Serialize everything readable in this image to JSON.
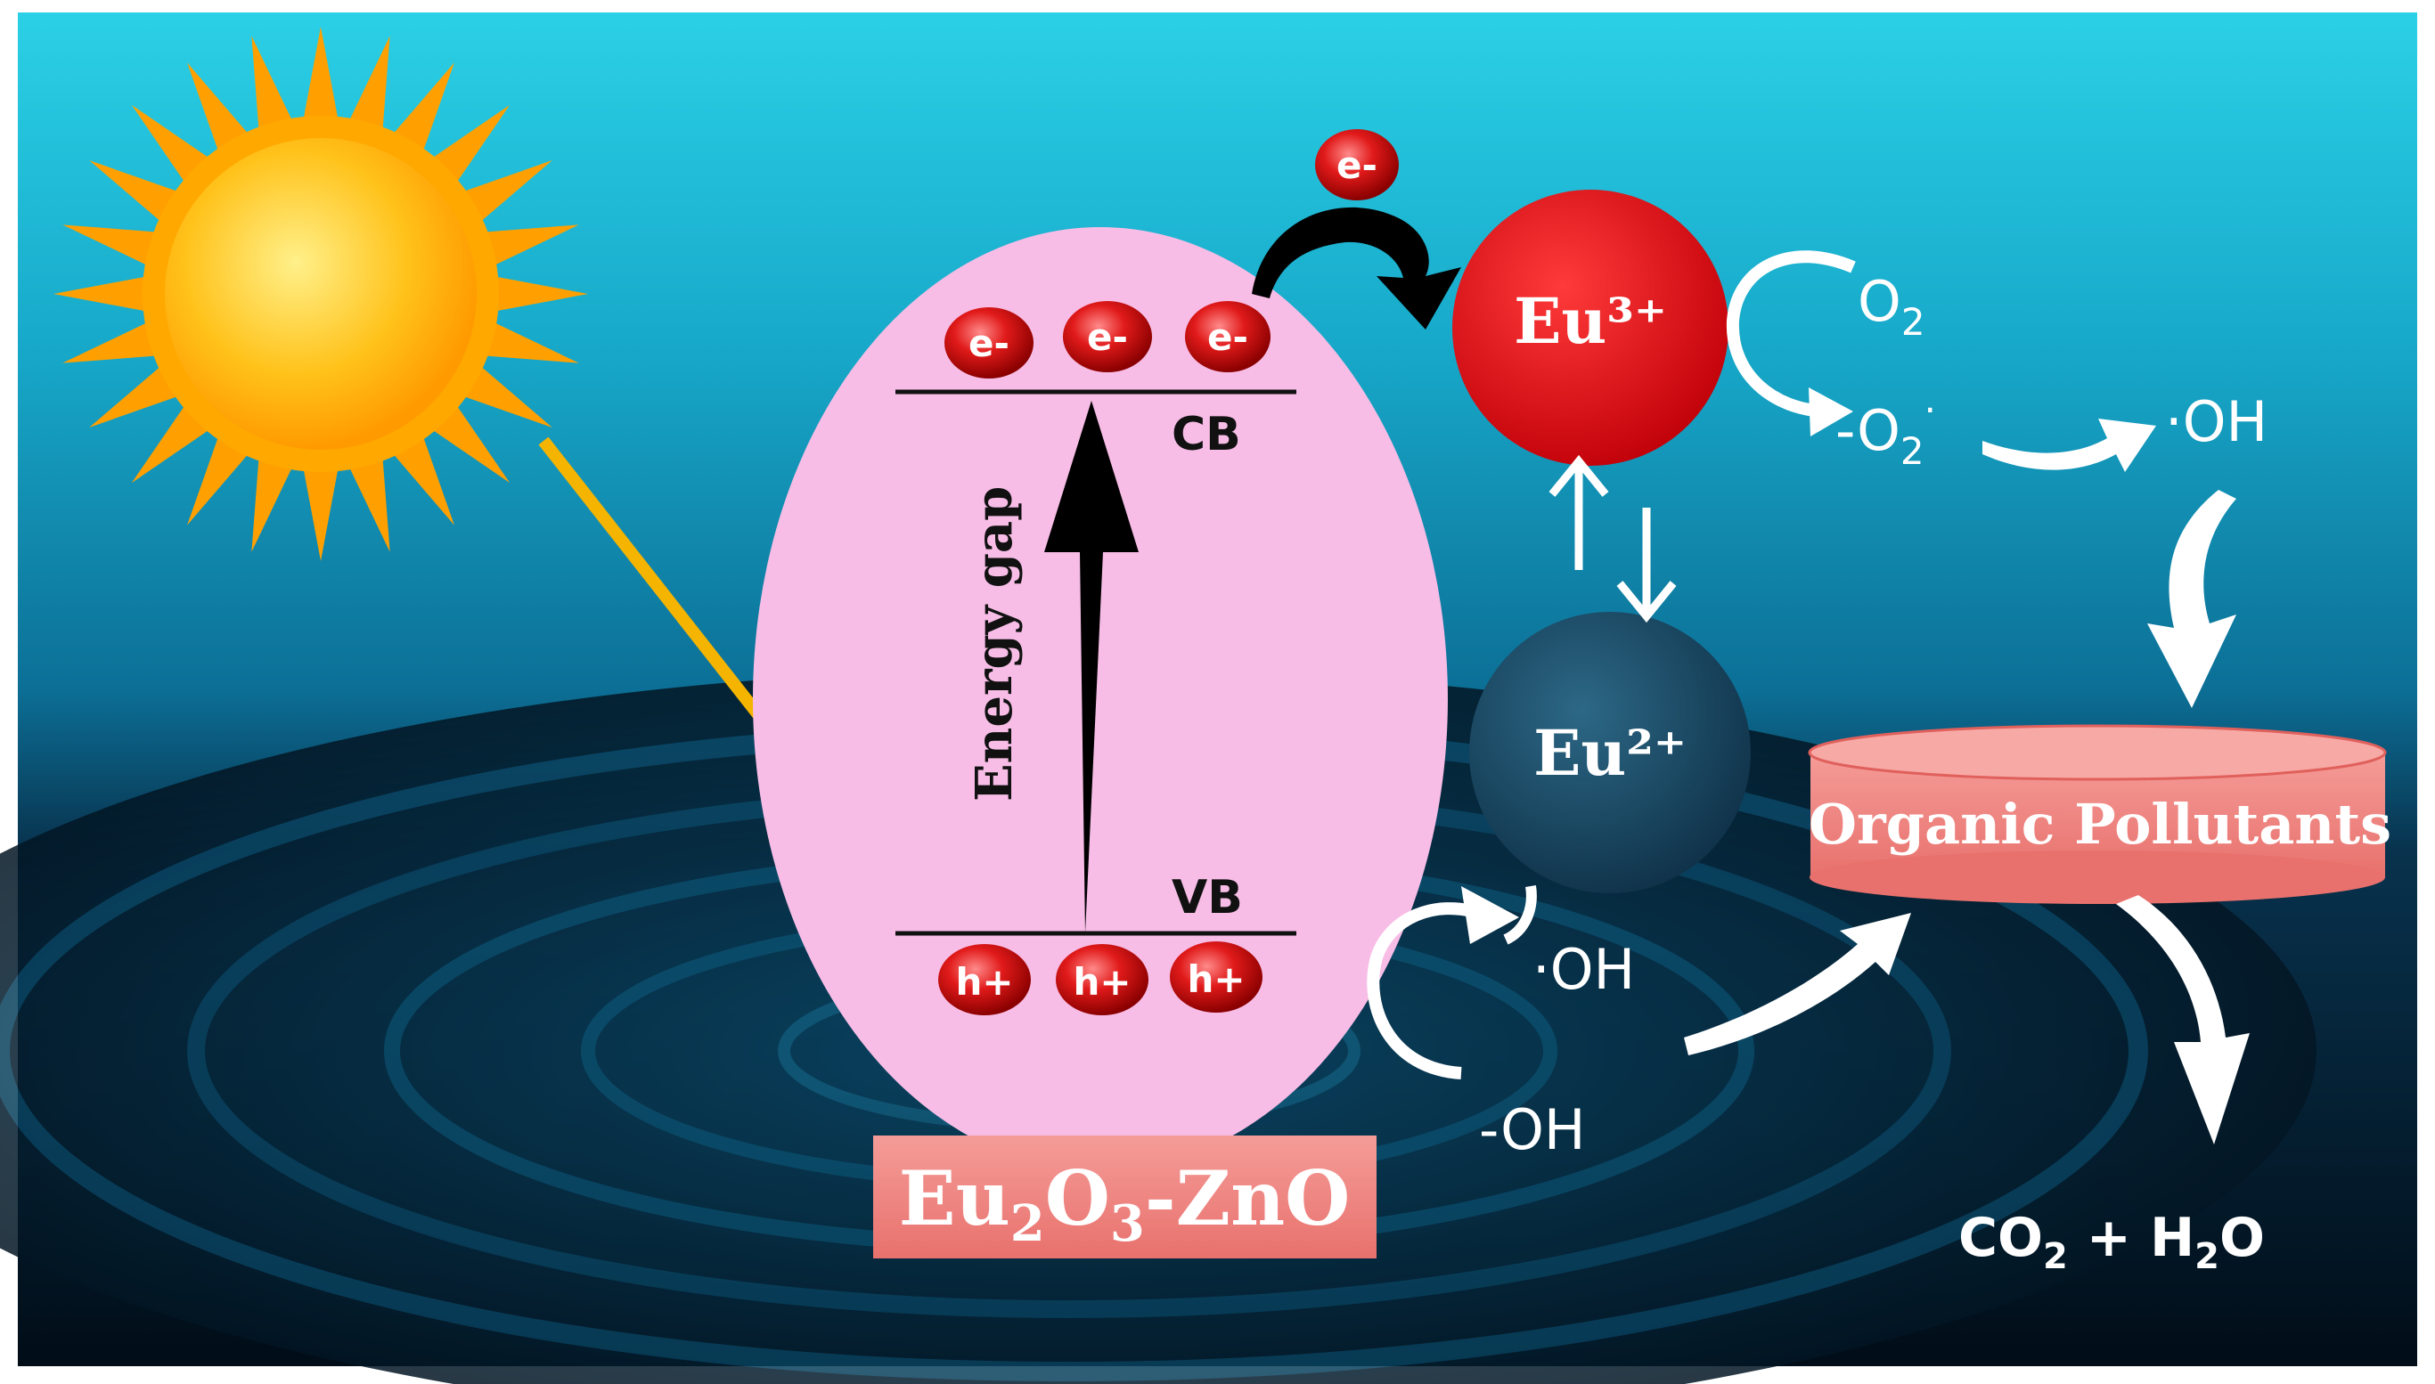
{
  "electrons": {
    "free": "e-",
    "cb": [
      "e-",
      "e-",
      "e-"
    ]
  },
  "holes": [
    "h+",
    "h+",
    "h+"
  ],
  "bands": {
    "cb": "CB",
    "vb": "VB"
  },
  "energy_gap": "Energy gap",
  "catalyst": {
    "base": "Eu",
    "sub1": "2",
    "mid": "O",
    "sub2": "3",
    "tail": "-ZnO"
  },
  "ions": {
    "eu3": "Eu³⁺",
    "eu2": "Eu²⁺"
  },
  "species": {
    "o2": {
      "main": "O",
      "sub": "2"
    },
    "superoxide": {
      "pre": "-",
      "main": "O",
      "sub": "2",
      "sup": "·"
    },
    "oh_top": "·OH",
    "oh_bottom": "·OH",
    "hydroxide": "-OH"
  },
  "pollutants": "Organic Pollutants",
  "products": {
    "a": "CO",
    "a_sub": "2",
    "plus": " + ",
    "b": "H",
    "b_sub": "2",
    "b_tail": "O"
  },
  "colors": {
    "sky_top": "#22c3dc",
    "sky_mid": "#0f88aa",
    "water": "#052236",
    "ellipse": "#f6b8e6",
    "eu3": "#e01015",
    "eu2": "#1c4a63",
    "label_bg": "#f07f7c",
    "sun": "#ffb400",
    "ray_arrow": "#f5b400"
  }
}
